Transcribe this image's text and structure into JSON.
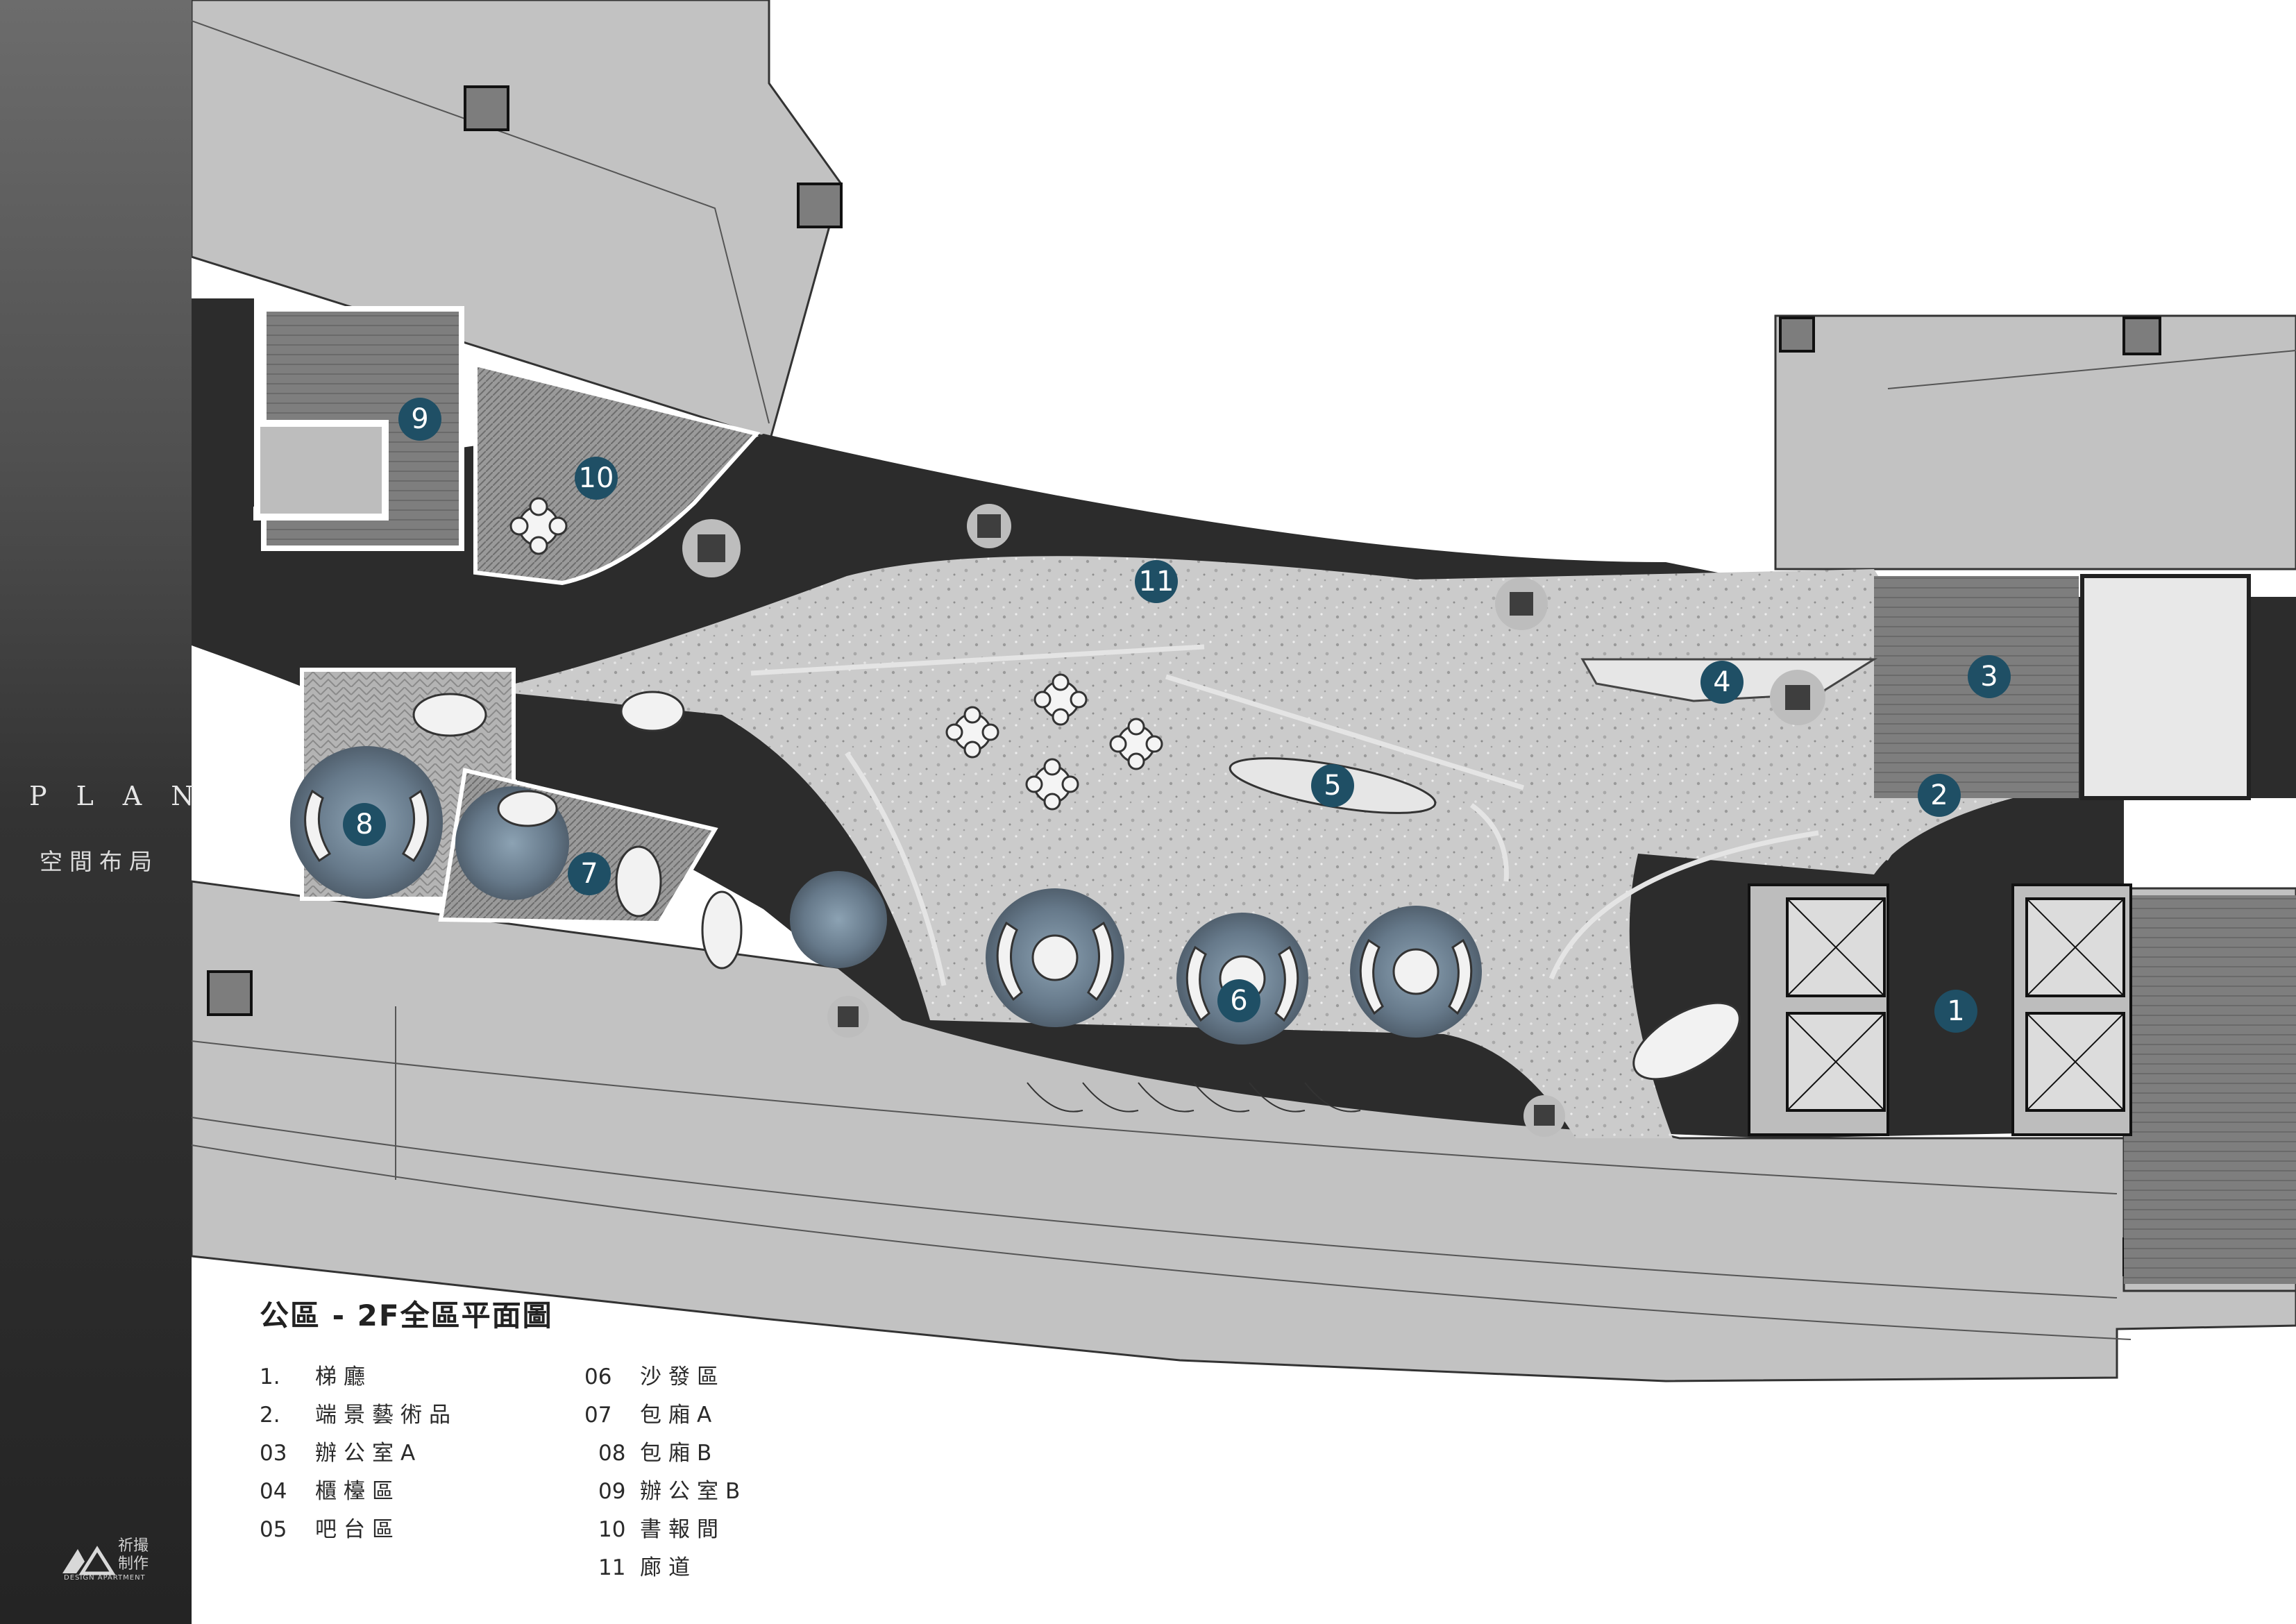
{
  "sidebar": {
    "title": "PLAN",
    "subtitle": "空間布局",
    "logo": {
      "text_cn": "祈撮\n制作",
      "text_en": "DESIGN APARTMENT"
    }
  },
  "drawing": {
    "title": "公區 -  2F全區平面圖",
    "markers": [
      "1",
      "2",
      "3",
      "4",
      "5",
      "6",
      "7",
      "8",
      "9",
      "10",
      "11"
    ]
  },
  "legend": [
    {
      "num": "1.",
      "label": "梯廳"
    },
    {
      "num": "2.",
      "label": "端景藝術品"
    },
    {
      "num": "03",
      "label": "辦公室A"
    },
    {
      "num": "04",
      "label": "櫃檯區"
    },
    {
      "num": "05",
      "label": "吧台區"
    },
    {
      "num": "06",
      "label": "沙發區"
    },
    {
      "num": "07",
      "label": "包廂A"
    },
    {
      "num": "08",
      "label": "包廂B"
    },
    {
      "num": "09",
      "label": "辦公室B"
    },
    {
      "num": "10",
      "label": "書報間"
    },
    {
      "num": "11",
      "label": "廊道"
    }
  ],
  "colors": {
    "sidebar_top": "#6c6c6c",
    "sidebar_bottom": "#242424",
    "marker": "#1f4f65",
    "dark_floor": "#2b2b2b",
    "terrazzo": "#c9c9c9",
    "building": "#c0c0c0"
  }
}
